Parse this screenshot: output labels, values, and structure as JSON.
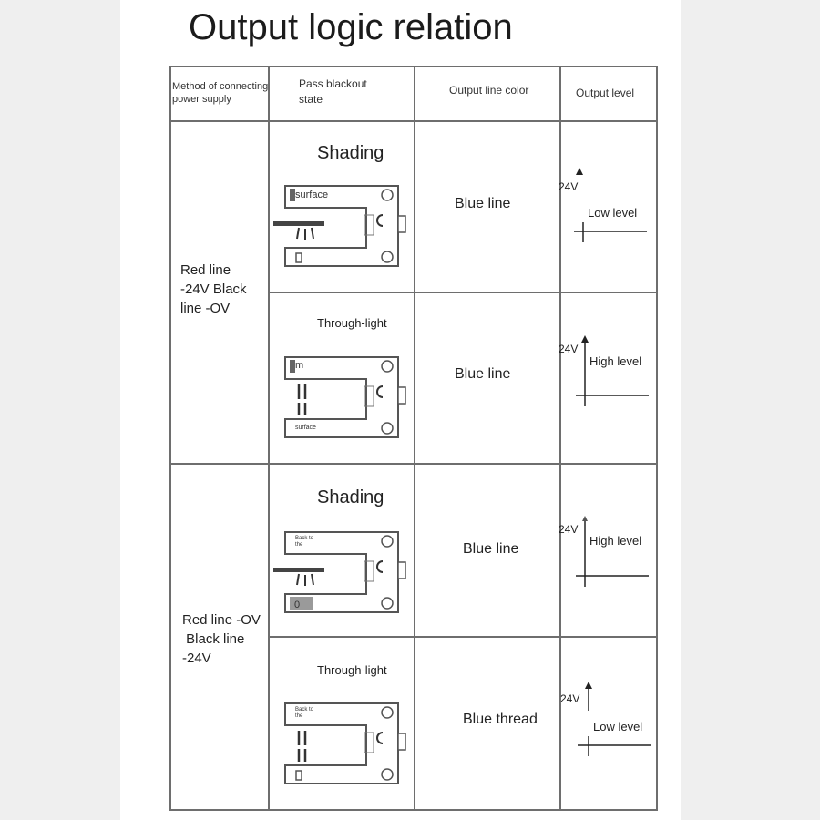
{
  "title": "Output logic relation",
  "headers": {
    "method": [
      "Method of connecting",
      "power supply"
    ],
    "state": [
      "Pass blackout",
      "state"
    ],
    "color": "Output line color",
    "level": "Output level"
  },
  "groups": [
    {
      "method": [
        "Red line",
        "-24V Black",
        "line -OV"
      ],
      "rows": [
        {
          "state": "Shading",
          "sensor_label": "surface",
          "color": "Blue line",
          "voltage": "24V",
          "level": "Low level"
        },
        {
          "state": "Through-light",
          "sensor_label": "m",
          "sensor_label2": "surface",
          "color": "Blue line",
          "voltage": "24V",
          "level": "High level"
        }
      ]
    },
    {
      "method": [
        "Red line -OV",
        " Black line",
        "-24V"
      ],
      "rows": [
        {
          "state": "Shading",
          "sensor_label": "Back to the",
          "sensor_label2": "0",
          "color": "Blue line",
          "voltage": "24V",
          "level": "High level"
        },
        {
          "state": "Through-light",
          "sensor_label": "Back to the",
          "color": "Blue thread",
          "voltage": "24V",
          "level": "Low level"
        }
      ]
    }
  ]
}
